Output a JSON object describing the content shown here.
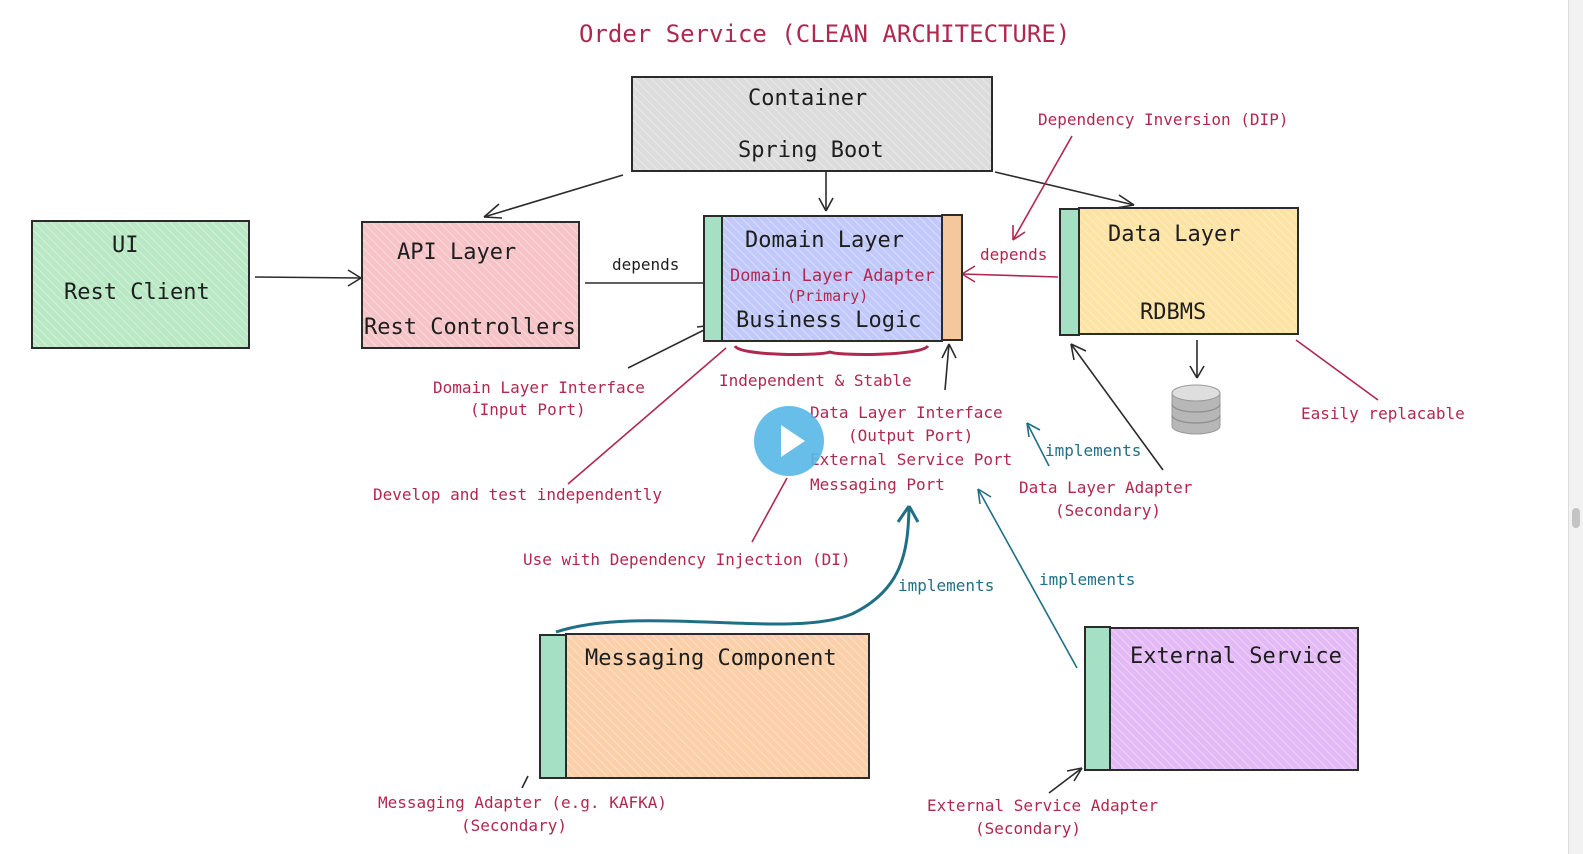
{
  "title": "Order Service (CLEAN ARCHITECTURE)",
  "colors": {
    "annotation_red": "#b0284f",
    "annotation_teal": "#1f6f86",
    "container_fill": "#dcdcdc",
    "ui_fill": "#b9e8c4",
    "api_fill": "#f6c3c7",
    "domain_fill": "#c1c9fa",
    "data_fill": "#fde3a4",
    "messaging_fill": "#fbcfa8",
    "external_fill": "#e3baf6",
    "adapter_fill": "#a6e0c4",
    "port_fill": "#f4c79c",
    "play_button": "#5ab9e6"
  },
  "boxes": {
    "container": {
      "line1": "Container",
      "line2": "Spring Boot"
    },
    "ui": {
      "line1": "UI",
      "line2": "Rest Client"
    },
    "api": {
      "line1": "API Layer",
      "line2": "Rest Controllers"
    },
    "domain": {
      "line1": "Domain Layer",
      "adapter": "Domain Layer Adapter",
      "adapter_sub": "(Primary)",
      "line2": "Business Logic"
    },
    "data": {
      "line1": "Data Layer",
      "line2": "RDBMS"
    },
    "messaging": {
      "line1": "Messaging Component"
    },
    "external": {
      "line1": "External Service"
    }
  },
  "labels": {
    "depends_api": "depends",
    "depends_data": "depends",
    "dip": "Dependency Inversion (DIP)",
    "input_port": "Domain Layer Interface",
    "input_port_sub": "(Input Port)",
    "independent": "Independent & Stable",
    "output_port": "Data Layer Interface",
    "output_port_sub": "(Output Port)",
    "external_port": "External Service Port",
    "messaging_port": "Messaging Port",
    "implements_data": "implements",
    "implements_messaging": "implements",
    "implements_external": "implements",
    "data_adapter": "Data Layer Adapter",
    "data_adapter_sub": "(Secondary)",
    "develop_test": "Develop and test independently",
    "di": "Use with Dependency Injection (DI)",
    "easily": "Easily replacable",
    "messaging_adapter": "Messaging Adapter (e.g. KAFKA)",
    "messaging_adapter_sub": "(Secondary)",
    "external_adapter": "External Service Adapter",
    "external_adapter_sub": "(Secondary)"
  },
  "icons": {
    "database": "database-icon",
    "play": "play-icon"
  }
}
